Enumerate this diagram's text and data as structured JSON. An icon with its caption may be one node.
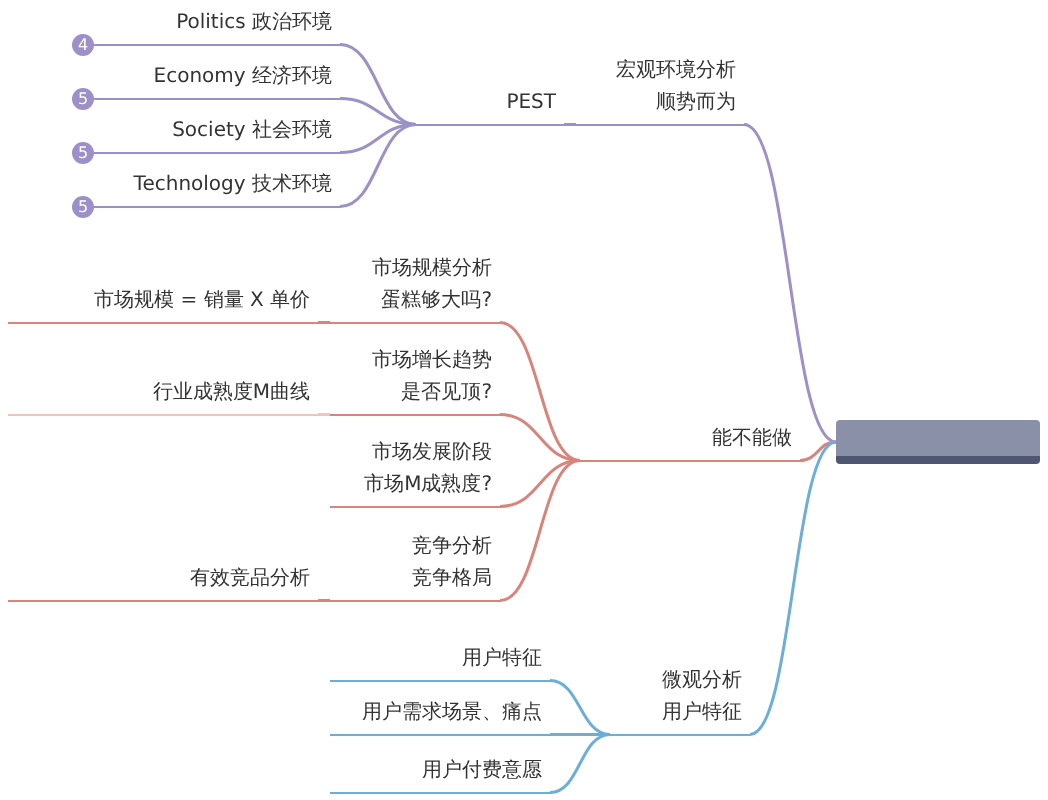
{
  "diagram": {
    "nodes": [
      {
        "text": [],
        "shape": "box"
      },
      {
        "text": [
          "宏观环境分析",
          "顺势而为"
        ]
      },
      {
        "text": [
          "PEST"
        ]
      },
      {
        "text": [
          "Politics 政治环境"
        ],
        "beside": [
          "4"
        ]
      },
      {
        "text": [
          "Economy 经济环境"
        ],
        "beside": [
          "5"
        ]
      },
      {
        "text": [
          "Society 社会环境"
        ],
        "beside": [
          "5"
        ]
      },
      {
        "text": [
          "Technology 技术环境"
        ],
        "beside": [
          "5"
        ]
      },
      {
        "text": [
          "能不能做"
        ]
      },
      {
        "text": [
          "市场规模分析",
          "蛋糕够大吗?"
        ]
      },
      {
        "text": [
          "市场规模 = 销量 X 单价"
        ]
      },
      {
        "text": [
          "市场增长趋势",
          "是否见顶?"
        ]
      },
      {
        "text": [
          "行业成熟度M曲线"
        ]
      },
      {
        "text": [
          "市场发展阶段",
          "市场M成熟度?"
        ]
      },
      {
        "text": [
          "竞争分析",
          "竞争格局"
        ]
      },
      {
        "text": [
          "有效竞品分析"
        ]
      },
      {
        "text": [
          "微观分析",
          "用户特征"
        ]
      },
      {
        "text": [
          "用户特征"
        ]
      },
      {
        "text": [
          "用户需求场景、痛点"
        ]
      },
      {
        "text": [
          "用户付费意愿"
        ]
      }
    ],
    "edges": [
      {
        "from": 0,
        "to": 1,
        "arrow": "none",
        "color": "#9d90c8"
      },
      {
        "from": 1,
        "to": 2,
        "arrow": "none",
        "color": "#9d90c8"
      },
      {
        "from": 2,
        "to": 3,
        "arrow": "none",
        "color": "#9d90c8"
      },
      {
        "from": 2,
        "to": 4,
        "arrow": "none",
        "color": "#9d90c8"
      },
      {
        "from": 2,
        "to": 5,
        "arrow": "none",
        "color": "#9d90c8"
      },
      {
        "from": 2,
        "to": 6,
        "arrow": "none",
        "color": "#9d90c8"
      },
      {
        "from": 0,
        "to": 7,
        "arrow": "none"
      },
      {
        "from": 7,
        "to": 8,
        "arrow": "none"
      },
      {
        "from": 8,
        "to": 9,
        "arrow": "none"
      },
      {
        "from": 7,
        "to": 10,
        "arrow": "none"
      },
      {
        "from": 10,
        "to": 11,
        "arrow": "none",
        "color": "#f0c4be"
      },
      {
        "from": 7,
        "to": 12,
        "arrow": "none"
      },
      {
        "from": 7,
        "to": 13,
        "arrow": "none"
      },
      {
        "from": 13,
        "to": 14,
        "arrow": "none"
      },
      {
        "from": 0,
        "to": 15,
        "arrow": "none",
        "color": "#6caed8"
      },
      {
        "from": 15,
        "to": 16,
        "arrow": "none",
        "color": "#6caed8"
      },
      {
        "from": 15,
        "to": 17,
        "arrow": "none",
        "color": "#6caed8"
      },
      {
        "from": 15,
        "to": 18,
        "arrow": "none",
        "color": "#6caed8"
      }
    ]
  }
}
